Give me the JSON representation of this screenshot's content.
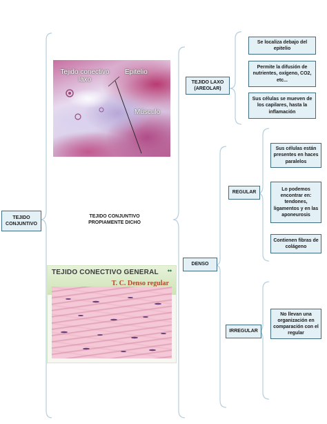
{
  "root": {
    "label": "TEJIDO CONJUNTIVO"
  },
  "subtitle": {
    "label": "TEJIDO CONJUNTIVO PROPIAMENTE DICHO"
  },
  "laxo": {
    "label": "TEJIDO LAXO (AREOLAR)",
    "features": [
      "Se localiza debajo del epitelio",
      "Permite la difusión de nutrientes, oxígeno, CO2, etc...",
      "Sus células se mueven de los capilares, hasta la inflamación"
    ]
  },
  "denso": {
    "label": "DENSO",
    "regular": {
      "label": "REGULAR",
      "features": [
        "Sus células están presentes en haces paralelos",
        "Lo podemos encontrar en: tendones, ligamentos y en las aponeurosis",
        "Contienen fibras de colágeno"
      ]
    },
    "irregular": {
      "label": "IRREGULAR",
      "features": [
        "No llevan una organización en comparación con el regular"
      ]
    }
  },
  "images": {
    "laxo_photo": {
      "labels": [
        "Tejido conectivo laxo",
        "Epitelio",
        "Músculo"
      ]
    },
    "denso_photo": {
      "title": "TEJIDO CONECTIVO GENERAL",
      "subtitle": "T. C. Denso regular"
    }
  },
  "colors": {
    "box_fill": "#e3f0f6",
    "box_border": "#3d6b80",
    "bracket": "#b5cfdc"
  }
}
